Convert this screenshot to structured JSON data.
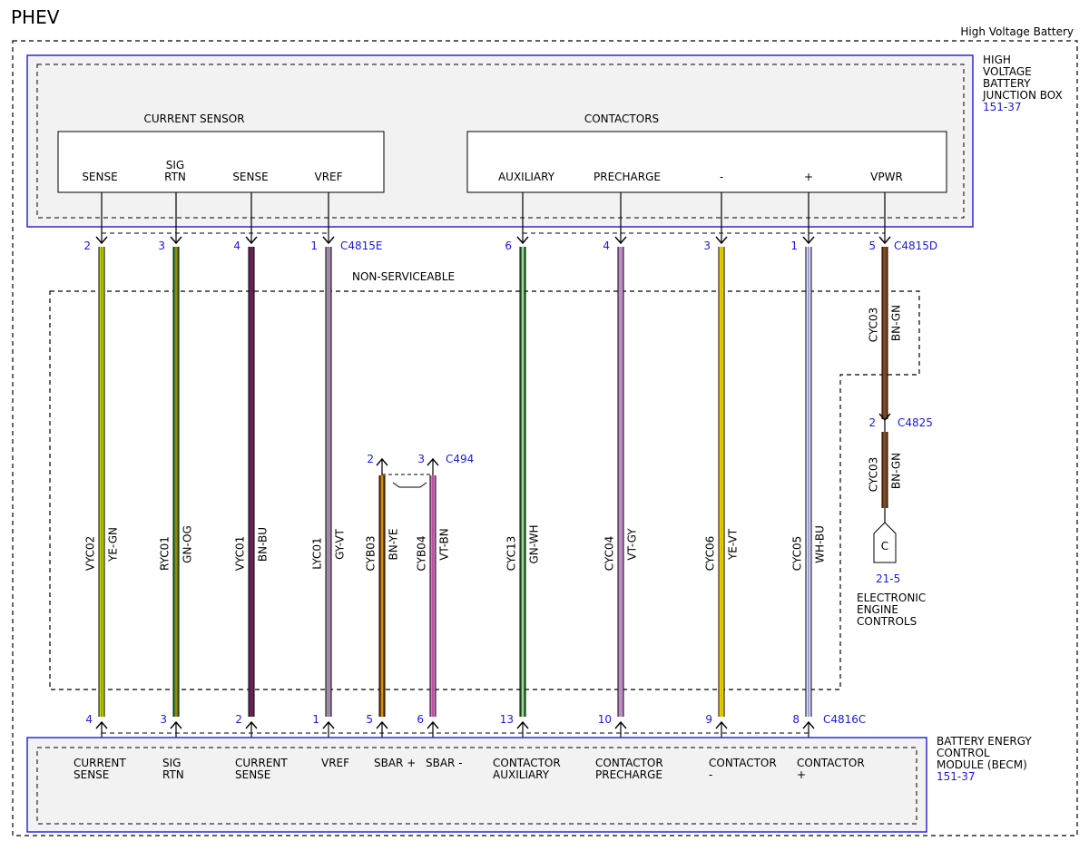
{
  "header": {
    "title": "PHEV",
    "frame_label": "High Voltage Battery"
  },
  "junction_box": {
    "name_lines": [
      "HIGH",
      "VOLTAGE",
      "BATTERY",
      "JUNCTION BOX"
    ],
    "ref": "151-37",
    "current_sensor": {
      "title": "CURRENT SENSOR",
      "pins": [
        [
          "SENSE"
        ],
        [
          "SIG",
          "RTN"
        ],
        [
          "SENSE"
        ],
        [
          "VREF"
        ]
      ]
    },
    "contactors": {
      "title": "CONTACTORS",
      "pins": [
        [
          "AUXILIARY"
        ],
        [
          "PRECHARGE"
        ],
        [
          "-"
        ],
        [
          "+"
        ],
        [
          "VPWR"
        ]
      ]
    }
  },
  "non_serviceable_label": "NON-SERVICEABLE",
  "connectors": {
    "top_current_sensor": "C4815E",
    "top_contactors": "C4815D",
    "inline": "C4825",
    "sbar": "C494",
    "bottom": "C4816C"
  },
  "wires": [
    {
      "circuit": "VYC02",
      "color_code": "YE-GN",
      "top_pin": "2",
      "bottom_pin": "4",
      "stroke": "#c8dc00",
      "trace": "#7a8a00"
    },
    {
      "circuit": "RYC01",
      "color_code": "GN-OG",
      "top_pin": "3",
      "bottom_pin": "3",
      "stroke": "#2e8b1e",
      "trace": "#e07a00"
    },
    {
      "circuit": "VYC01",
      "color_code": "BN-BU",
      "top_pin": "4",
      "bottom_pin": "2",
      "stroke": "#7a1f3f",
      "trace": "#3b2a8a"
    },
    {
      "circuit": "LYC01",
      "color_code": "GY-VT",
      "top_pin": "1",
      "bottom_pin": "1",
      "stroke": "#9a9a9a",
      "trace": "#b070c8"
    },
    {
      "circuit": "CYC13",
      "color_code": "GN-WH",
      "top_pin": "6",
      "bottom_pin": "13",
      "stroke": "#2c8a2c",
      "trace": "#e8f5e8"
    },
    {
      "circuit": "CYC04",
      "color_code": "VT-GY",
      "top_pin": "4",
      "bottom_pin": "10",
      "stroke": "#d088d8",
      "trace": "#9a9a9a"
    },
    {
      "circuit": "CYC06",
      "color_code": "YE-VT",
      "top_pin": "3",
      "bottom_pin": "9",
      "stroke": "#f2e000",
      "trace": "#c8a000"
    },
    {
      "circuit": "CYC05",
      "color_code": "WH-BU",
      "top_pin": "1",
      "bottom_pin": "8",
      "stroke": "#e4e4f8",
      "trace": "#7a7ae0"
    }
  ],
  "sbar_wires": [
    {
      "circuit": "CYB03",
      "color_code": "BN-YE",
      "top_pin": "2",
      "bottom_pin": "5",
      "stroke": "#8a3a10",
      "trace": "#f0c800"
    },
    {
      "circuit": "CYB04",
      "color_code": "VT-BN",
      "top_pin": "3",
      "bottom_pin": "6",
      "stroke": "#e070d0",
      "trace": "#b04080"
    }
  ],
  "vpwr_wire": {
    "circuit": "CYC03",
    "color_code": "BN-GN",
    "top_pin": "5",
    "inline_pin": "2",
    "stroke": "#8b3a1e",
    "trace": "#4a6a2a"
  },
  "eec": {
    "symbol": "C",
    "ref": "21-5",
    "name_lines": [
      "ELECTRONIC",
      "ENGINE",
      "CONTROLS"
    ]
  },
  "becm": {
    "name_lines": [
      "BATTERY ENERGY",
      "CONTROL",
      "MODULE (BECM)"
    ],
    "ref": "151-37",
    "pins": [
      [
        "CURRENT",
        "SENSE"
      ],
      [
        "SIG",
        "RTN"
      ],
      [
        "CURRENT",
        "SENSE"
      ],
      [
        "VREF"
      ],
      [
        "SBAR +"
      ],
      [
        "SBAR -"
      ],
      [
        "CONTACTOR",
        "AUXILIARY"
      ],
      [
        "CONTACTOR",
        "PRECHARGE"
      ],
      [
        "CONTACTOR",
        "-"
      ],
      [
        "CONTACTOR",
        "+"
      ]
    ]
  },
  "colors": {
    "ink": "#000000",
    "ref_blue": "#1a1ad6",
    "frame_blue": "#2a2ad6",
    "box_fill": "#f2f2f2"
  }
}
